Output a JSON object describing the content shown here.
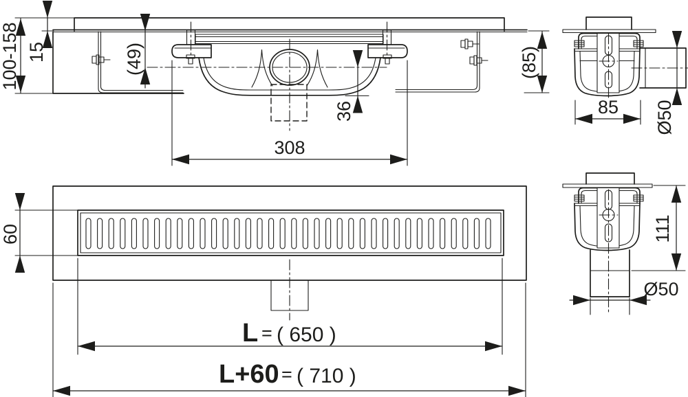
{
  "colors": {
    "line": "#1d1d1b",
    "background": "#ffffff"
  },
  "views": {
    "front_section": {
      "dims": {
        "install_height": "100-158",
        "tile_offset": "15",
        "axis_depth": "(49)",
        "axis_to_bottom": "36",
        "body_width": "308",
        "bracket_height": "(85)"
      }
    },
    "end_horizontal_outlet": {
      "dims": {
        "body_width": "85",
        "pipe_diameter": "Ø50"
      }
    },
    "plan": {
      "grate_slot_count": 36,
      "dims": {
        "channel_width": "60",
        "length_symbol": "L",
        "equals": "=",
        "length_value": "( 650 )",
        "overall_symbol": "L+60",
        "overall_value": "( 710 )"
      }
    },
    "end_vertical_outlet": {
      "dims": {
        "body_height": "111",
        "pipe_diameter": "Ø50"
      }
    }
  }
}
